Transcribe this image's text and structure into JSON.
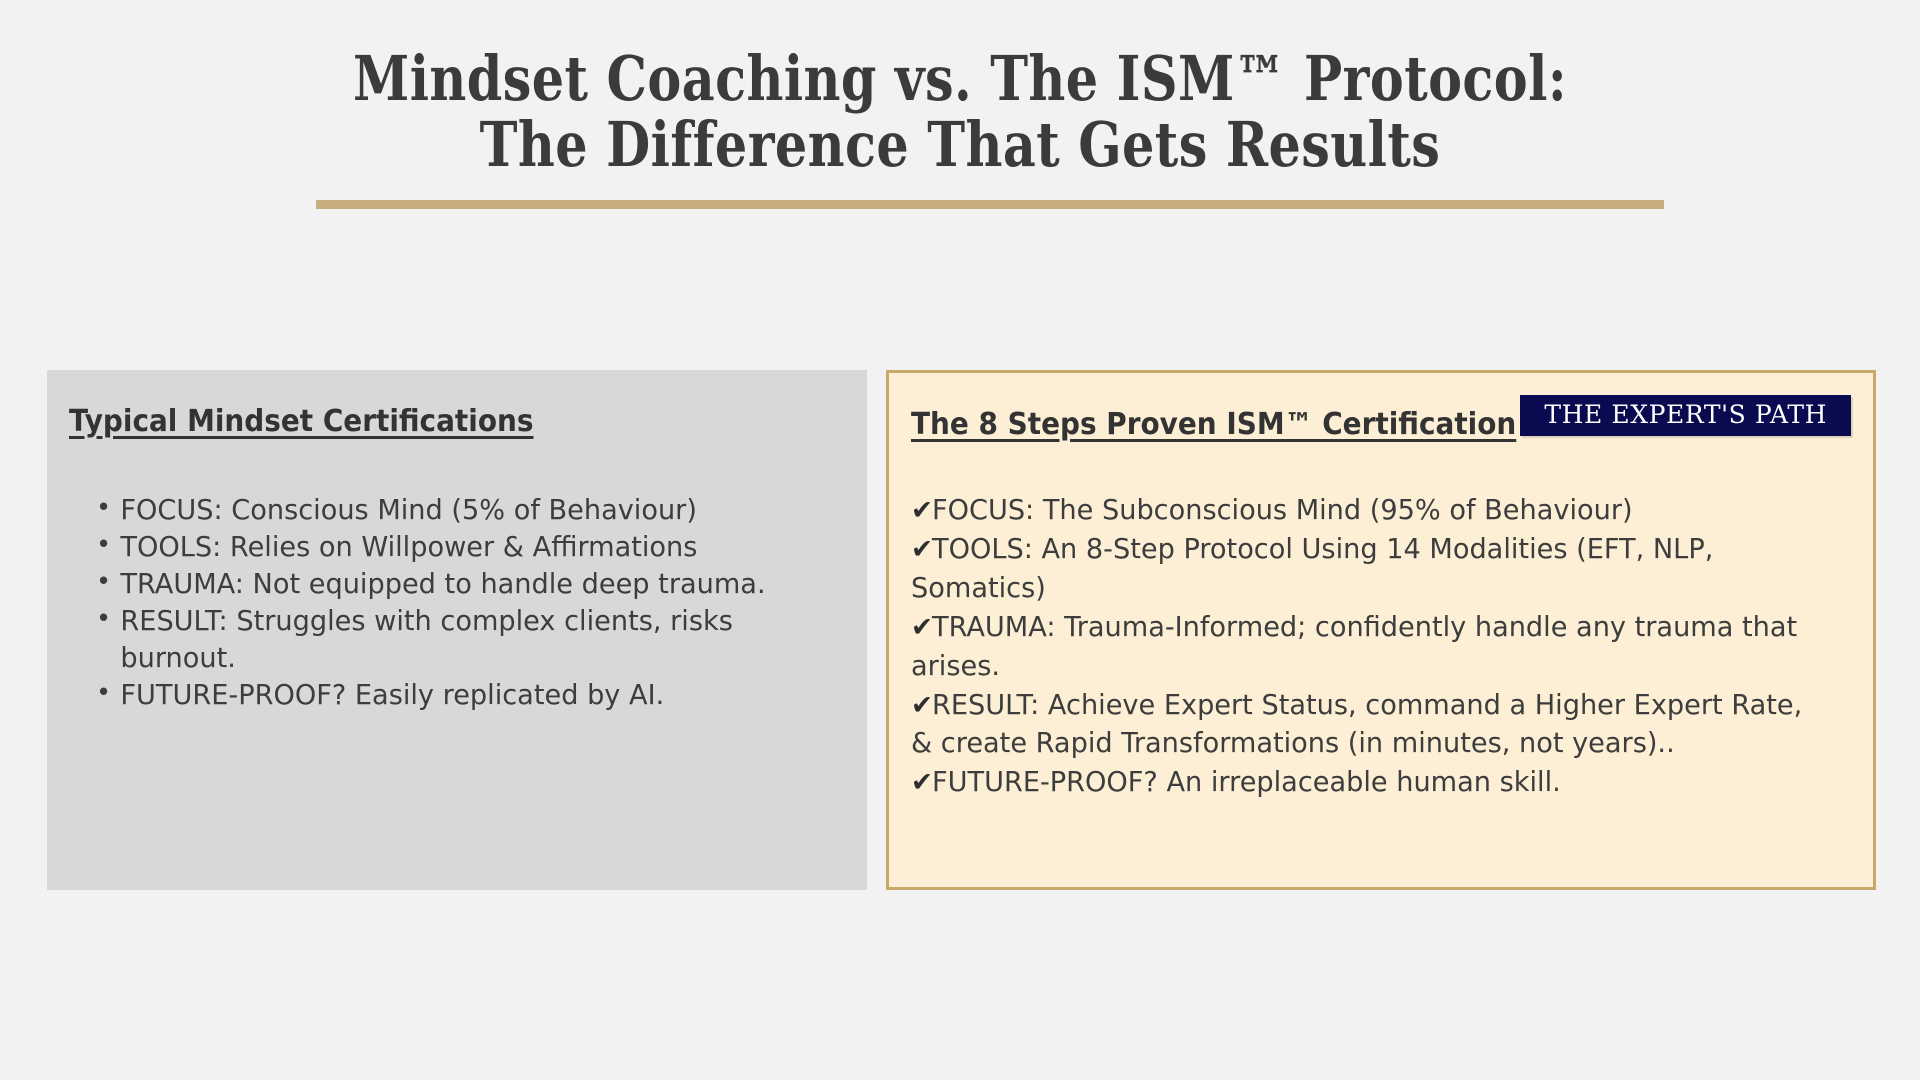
{
  "slide": {
    "background_color": "#f2f2f2",
    "title_line1": "Mindset Coaching vs. The ISM™ Protocol:",
    "title_line2": "The Difference That Gets Results",
    "divider_color": "#c7ad80"
  },
  "left_panel": {
    "background_color": "#d8d8d8",
    "heading": "Typical Mindset Certifications",
    "bullet_marker": "•",
    "items": [
      "FOCUS: Conscious Mind (5% of Behaviour)",
      "TOOLS: Relies on Willpower & Affirmations",
      "TRAUMA: Not equipped to handle deep trauma.",
      "RESULT: Struggles with complex clients, risks burnout.",
      "FUTURE-PROOF? Easily replicated by AI."
    ]
  },
  "right_panel": {
    "background_color": "#fcefd5",
    "border_color": "#c9a96a",
    "heading": "The 8 Steps Proven ISM™ Certification",
    "badge": {
      "label": "THE EXPERT'S PATH",
      "background_color": "#0a0a50",
      "text_color": "#ffffff"
    },
    "check_marker": "✔",
    "items": [
      "FOCUS: The Subconscious Mind (95% of Behaviour)",
      "TOOLS: An 8-Step Protocol Using 14 Modalities (EFT, NLP, Somatics)",
      "TRAUMA: Trauma-Informed; confidently handle any trauma that arises.",
      "RESULT: Achieve Expert Status, command a Higher Expert Rate, & create Rapid Transformations (in minutes, not years)..",
      "FUTURE-PROOF? An irreplaceable human skill."
    ]
  }
}
